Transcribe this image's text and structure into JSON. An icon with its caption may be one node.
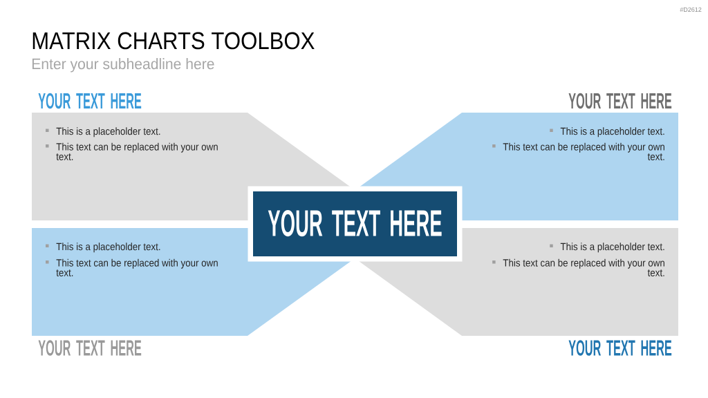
{
  "diagram": {
    "title": "MATRIX CHARTS TOOLBOX",
    "nodes": [
      {
        "text": [
          "YOUR TEXT HERE",
          "This is a placeholder text.",
          "This text can be replaced with your own text."
        ]
      },
      {
        "text": [
          "YOUR TEXT HERE",
          "This is a placeholder text.",
          "This text can be replaced with your own text."
        ]
      },
      {
        "text": [
          "YOUR TEXT HERE"
        ]
      },
      {
        "text": [
          "This is a placeholder text.",
          "This text can be replaced with your own text.",
          "YOUR TEXT HERE"
        ]
      },
      {
        "text": [
          "This is a placeholder text.",
          "This text can be replaced with your own text.",
          "YOUR TEXT HERE"
        ]
      }
    ],
    "labels": [
      "#D2612",
      "Enter your subheadline here"
    ]
  }
}
